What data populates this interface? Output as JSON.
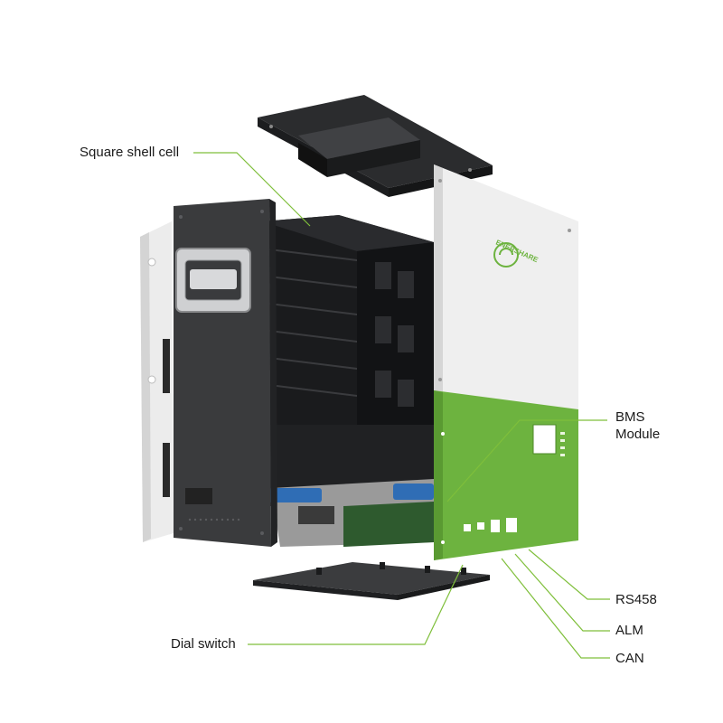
{
  "labels": {
    "square_shell_cell": "Square shell cell",
    "bms_module_line1": "BMS",
    "bms_module_line2": "Module",
    "rs458": "RS458",
    "alm": "ALM",
    "can": "CAN",
    "dial_switch": "Dial switch"
  },
  "brand": {
    "logo_text": "ENERSHARE"
  },
  "colors": {
    "leader_line": "#7fbf3b",
    "accent_green": "#6db33f",
    "panel_white": "#eeeeee",
    "housing_dark": "#3a3b3d",
    "cell_black": "#1e1f21",
    "connector_blue": "#2f6db5",
    "pcb_green": "#2e5a2e"
  }
}
